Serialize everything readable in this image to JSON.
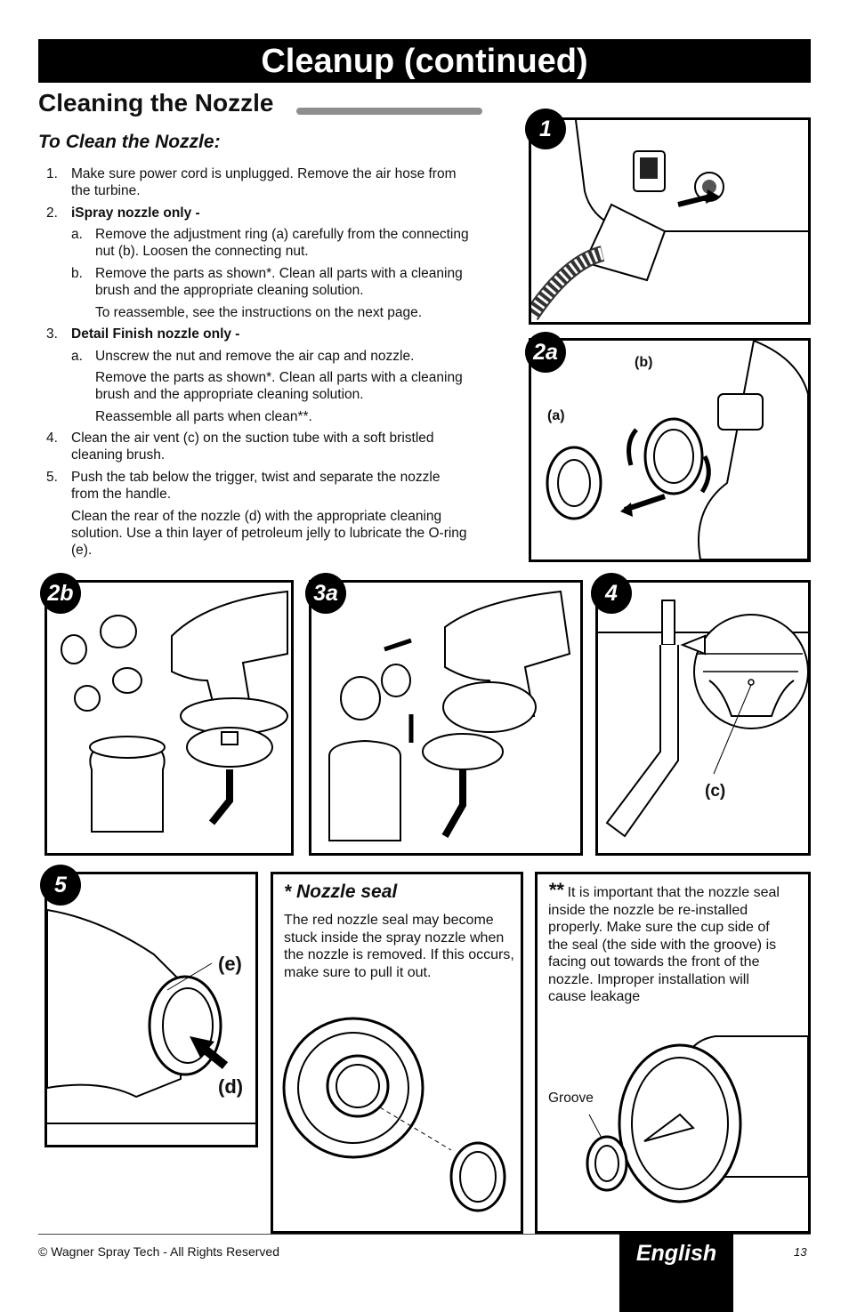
{
  "header": {
    "title": "Cleanup (continued)"
  },
  "section": {
    "title": "Cleaning the Nozzle",
    "subtitle": "To Clean the Nozzle:"
  },
  "steps": {
    "s1_num": "1.",
    "s1": "Make sure power cord is unplugged.  Remove the air hose from the turbine.",
    "s2_num": "2.",
    "s2": "iSpray nozzle only -",
    "s2a_num": "a.",
    "s2a": "Remove the adjustment ring (a) carefully from the connecting nut (b).  Loosen the connecting nut.",
    "s2b_num": "b.",
    "s2b": "Remove the parts as shown*.  Clean all parts with a cleaning brush and the appropriate cleaning solution.",
    "s2b_extra": "To reassemble, see the instructions on the next page.",
    "s3_num": "3.",
    "s3": "Detail Finish nozzle only -",
    "s3a_num": "a.",
    "s3a": "Unscrew the nut and remove the air cap and nozzle.",
    "s3a_extra1": "Remove the parts as shown*.  Clean all parts with a cleaning brush and the appropriate cleaning solution.",
    "s3a_extra2": "Reassemble all parts when clean**.",
    "s4_num": "4.",
    "s4": "Clean the air vent (c) on the suction tube with a soft bristled cleaning brush.",
    "s5_num": "5.",
    "s5": "Push the tab below the trigger, twist and separate the nozzle from the handle.",
    "s5_extra": "Clean the rear of the nozzle (d) with the appropriate cleaning solution.  Use a thin layer of petroleum jelly to lubricate the O-ring (e)."
  },
  "figures": {
    "f1": "1",
    "f2a": "2a",
    "f2b": "2b",
    "f3a": "3a",
    "f4": "4",
    "f5": "5",
    "label_a": "(a)",
    "label_b": "(b)",
    "label_c": "(c)",
    "label_d": "(d)",
    "label_e": "(e)"
  },
  "notes": {
    "seal_head": "* Nozzle seal",
    "seal_text": "The red nozzle seal may become stuck inside the spray nozzle when the nozzle is removed.  If this occurs, make sure to pull it out.",
    "install_mark": "**",
    "install_text": "It is important that the nozzle seal inside the nozzle be re-installed properly.  Make sure the cup side of the seal (the side with the groove) is facing out towards the front of the nozzle.  Improper installation will cause leakage",
    "groove_label": "Groove"
  },
  "footer": {
    "copyright": "© Wagner Spray Tech - All Rights Reserved",
    "language": "English",
    "page": "13"
  }
}
